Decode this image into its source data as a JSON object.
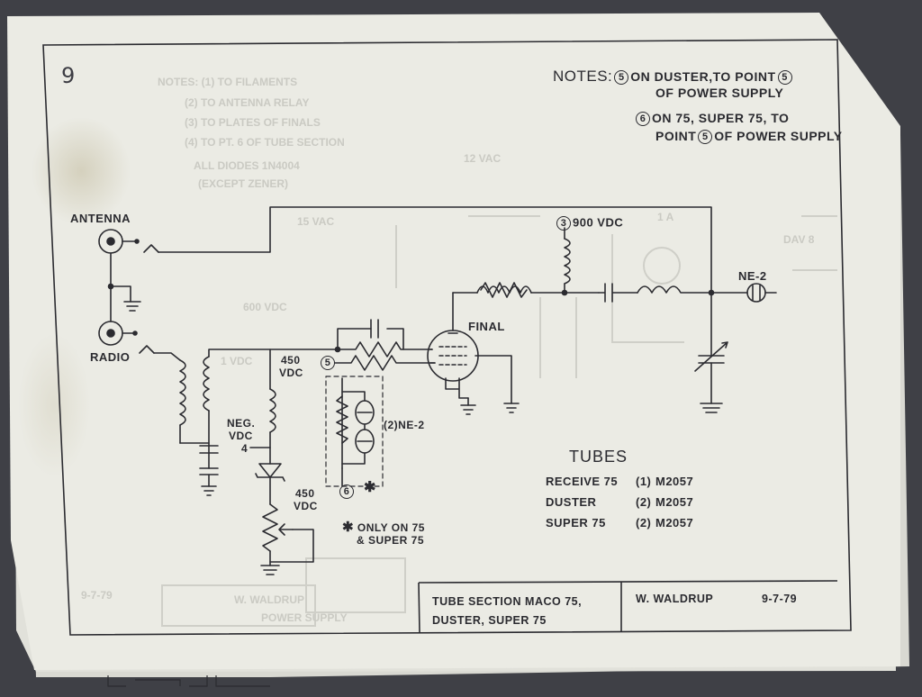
{
  "page_number": "9",
  "notes": {
    "heading": "NOTES:",
    "note5_num": "5",
    "note5_line1": "ON DUSTER,TO POINT",
    "note5_line1_ref": "5",
    "note5_line2": "OF POWER SUPPLY",
    "note6_num": "6",
    "note6_line1": "ON 75, SUPER 75, TO",
    "note6_line2a": "POINT",
    "note6_line2_ref": "5",
    "note6_line2b": "OF POWER SUPPLY"
  },
  "labels": {
    "antenna": "ANTENNA",
    "radio": "RADIO",
    "vdc_900_ref": "3",
    "vdc_900": "900 VDC",
    "final": "FINAL",
    "ne2": "NE-2",
    "vdc_450_top_1": "450",
    "vdc_450_top_2": "VDC",
    "point5": "5",
    "neg_vdc_1": "NEG.",
    "neg_vdc_2": "VDC",
    "neg_vdc_ref": "4",
    "ne2_pair": "(2)NE-2",
    "vdc_450_bot_1": "450",
    "vdc_450_bot_2": "VDC",
    "point6": "6",
    "asterisk": "✱",
    "only_on_1": "ONLY ON 75",
    "only_on_2": "& SUPER 75"
  },
  "tubes": {
    "heading": "TUBES",
    "rows": [
      {
        "model": "RECEIVE 75",
        "qty": "(1)",
        "part": "M2057"
      },
      {
        "model": "DUSTER",
        "qty": "(2)",
        "part": "M2057"
      },
      {
        "model": "SUPER 75",
        "qty": "(2)",
        "part": "M2057"
      }
    ]
  },
  "title_block": {
    "title_line1": "TUBE SECTION MACO 75,",
    "title_line2": "DUSTER, SUPER 75",
    "drawn_by": "W. WALDRUP",
    "date": "9-7-79"
  },
  "colors": {
    "background": "#3f4046",
    "paper": "#ebebe4",
    "ink": "#2b2b30",
    "bleed_ink": "#c9c9c2"
  }
}
